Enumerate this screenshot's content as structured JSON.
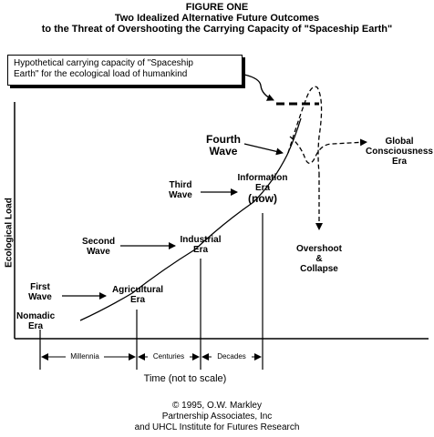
{
  "title": {
    "line1": "FIGURE ONE",
    "line2": "Two Idealized Alternative Future Outcomes",
    "line3": "to the Threat of Overshooting the Carrying Capacity of \"Spaceship Earth\""
  },
  "callout": {
    "line1": "Hypothetical carrying capacity of \"Spaceship",
    "line2": "Earth\" for the ecological load of humankind"
  },
  "axes": {
    "y_label": "Ecological Load",
    "x_label": "Time (not to scale)"
  },
  "eras": {
    "nomadic": [
      "Nomadic",
      "Era"
    ],
    "agricultural": [
      "Agricultural",
      "Era"
    ],
    "industrial": [
      "Industrial",
      "Era"
    ],
    "information": [
      "Information",
      "Era",
      "(now)"
    ],
    "global": [
      "Global",
      "Consciousness",
      "Era"
    ],
    "overshoot": [
      "Overshoot",
      "&",
      "Collapse"
    ]
  },
  "waves": {
    "first": [
      "First",
      "Wave"
    ],
    "second": [
      "Second",
      "Wave"
    ],
    "third": [
      "Third",
      "Wave"
    ],
    "fourth": [
      "Fourth",
      "Wave"
    ]
  },
  "time_spans": {
    "millennia": "Millennia",
    "centuries": "Centuries",
    "decades": "Decades"
  },
  "credits": {
    "line1": "© 1995, O.W. Markley",
    "line2": "Partnership Associates, Inc",
    "line3": "and UHCL Institute for Futures Research"
  }
}
